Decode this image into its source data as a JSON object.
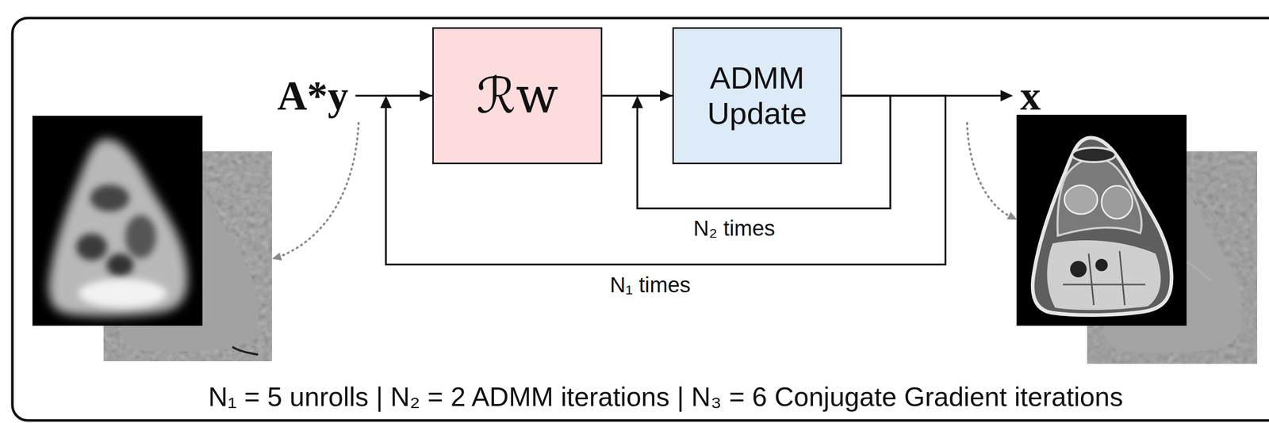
{
  "diagram": {
    "nodes": [
      {
        "text": [
          "A*y"
        ]
      },
      {
        "text": [
          "ℛw"
        ]
      },
      {
        "text": [
          "ADMM Update"
        ]
      },
      {
        "text": [
          "x"
        ]
      }
    ],
    "edges": [
      {
        "from": 0,
        "to": 1,
        "arrow": "to"
      },
      {
        "from": 1,
        "to": 2,
        "arrow": "to"
      },
      {
        "from": 2,
        "to": 3,
        "arrow": "to"
      },
      {
        "from": 2,
        "to": 2,
        "label": "N₂ times",
        "arrow": "to"
      },
      {
        "from": 2,
        "to": 1,
        "label": "N₁ times",
        "arrow": "to"
      }
    ],
    "labels": [
      "N₁ = 5 unrolls | N₂ = 2 ADMM iterations | N₃ = 6 Conjugate Gradient iterations"
    ]
  }
}
